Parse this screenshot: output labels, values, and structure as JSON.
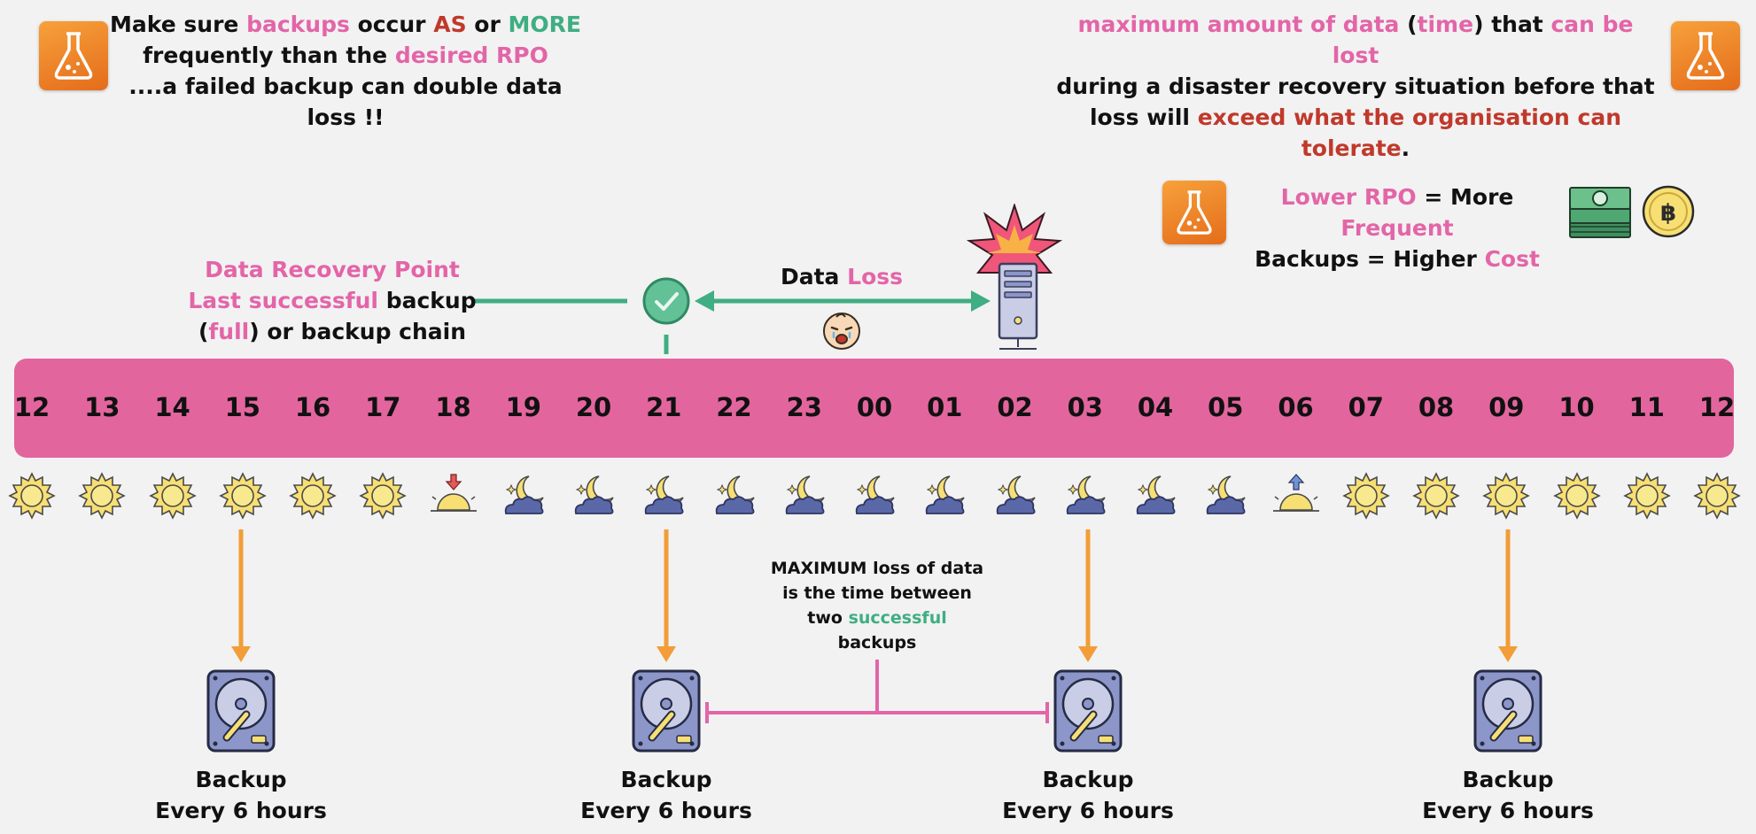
{
  "notes": {
    "frequency": {
      "line1_prefix": "Make sure ",
      "line1_backups": "backups",
      "line1_occur": " occur ",
      "line1_as": "AS",
      "line1_or": " or ",
      "line1_more": "MORE",
      "line2_prefix": "frequently than the ",
      "line2_rpo": "desired RPO",
      "line3": "....a failed backup can double data loss !!"
    },
    "definition": {
      "line1_max": "maximum amount of data",
      "line1_open": " (",
      "line1_time": "time",
      "line1_close": ") that ",
      "line1_lost": "can be lost",
      "line2": "during a disaster recovery situation before that",
      "line3_prefix": "loss will ",
      "line3_exceed": "exceed what the organisation can tolerate",
      "line3_end": "."
    },
    "cost": {
      "line1_lower": "Lower RPO",
      "line1_mid": " = More ",
      "line1_freq": "Frequent",
      "line2_prefix": "Backups = Higher ",
      "line2_cost": "Cost"
    },
    "recovery_point": {
      "line1": "Data  Recovery Point",
      "line2_success": "Last successful",
      "line2_rest": " backup",
      "line3_open": "(",
      "line3_full": "full",
      "line3_rest": ") or backup chain"
    },
    "data_loss": {
      "prefix": "Data ",
      "loss": "Loss"
    },
    "maximum": {
      "line1": "MAXIMUM loss of data",
      "line2": "is the time between",
      "line3_prefix": "two ",
      "line3_success": "successful",
      "line4": "backups"
    }
  },
  "timeline": {
    "hours": [
      "12",
      "13",
      "14",
      "15",
      "16",
      "17",
      "18",
      "19",
      "20",
      "21",
      "22",
      "23",
      "00",
      "01",
      "02",
      "03",
      "04",
      "05",
      "06",
      "07",
      "08",
      "09",
      "10",
      "11",
      "12"
    ],
    "weather": [
      "sun",
      "sun",
      "sun",
      "sun",
      "sun",
      "sun",
      "sunset",
      "night",
      "night",
      "night",
      "night",
      "night",
      "night",
      "night",
      "night",
      "night",
      "night",
      "night",
      "sunrise",
      "sun",
      "sun",
      "sun",
      "sun",
      "sun",
      "sun"
    ]
  },
  "backups": [
    {
      "line1": "Backup",
      "line2": "Every 6 hours"
    },
    {
      "line1": "Backup",
      "line2": "Every 6 hours"
    },
    {
      "line1": "Backup",
      "line2": "Every 6 hours"
    },
    {
      "line1": "Backup",
      "line2": "Every 6 hours"
    }
  ],
  "icons": {
    "flask": "flask-icon",
    "checkmark": "check-circle-icon",
    "server": "server-explosion-icon",
    "baby": "crying-baby-icon",
    "money": "money-stack-icon",
    "coin": "baht-coin-icon",
    "disk": "hard-disk-icon"
  },
  "coin_symbol": "฿",
  "colors": {
    "pink": "#e365a8",
    "timeline": "#e3659e",
    "green": "#3fae82",
    "red": "#c0392b",
    "orange": "#f29d38",
    "disk": "#8c96c9"
  }
}
